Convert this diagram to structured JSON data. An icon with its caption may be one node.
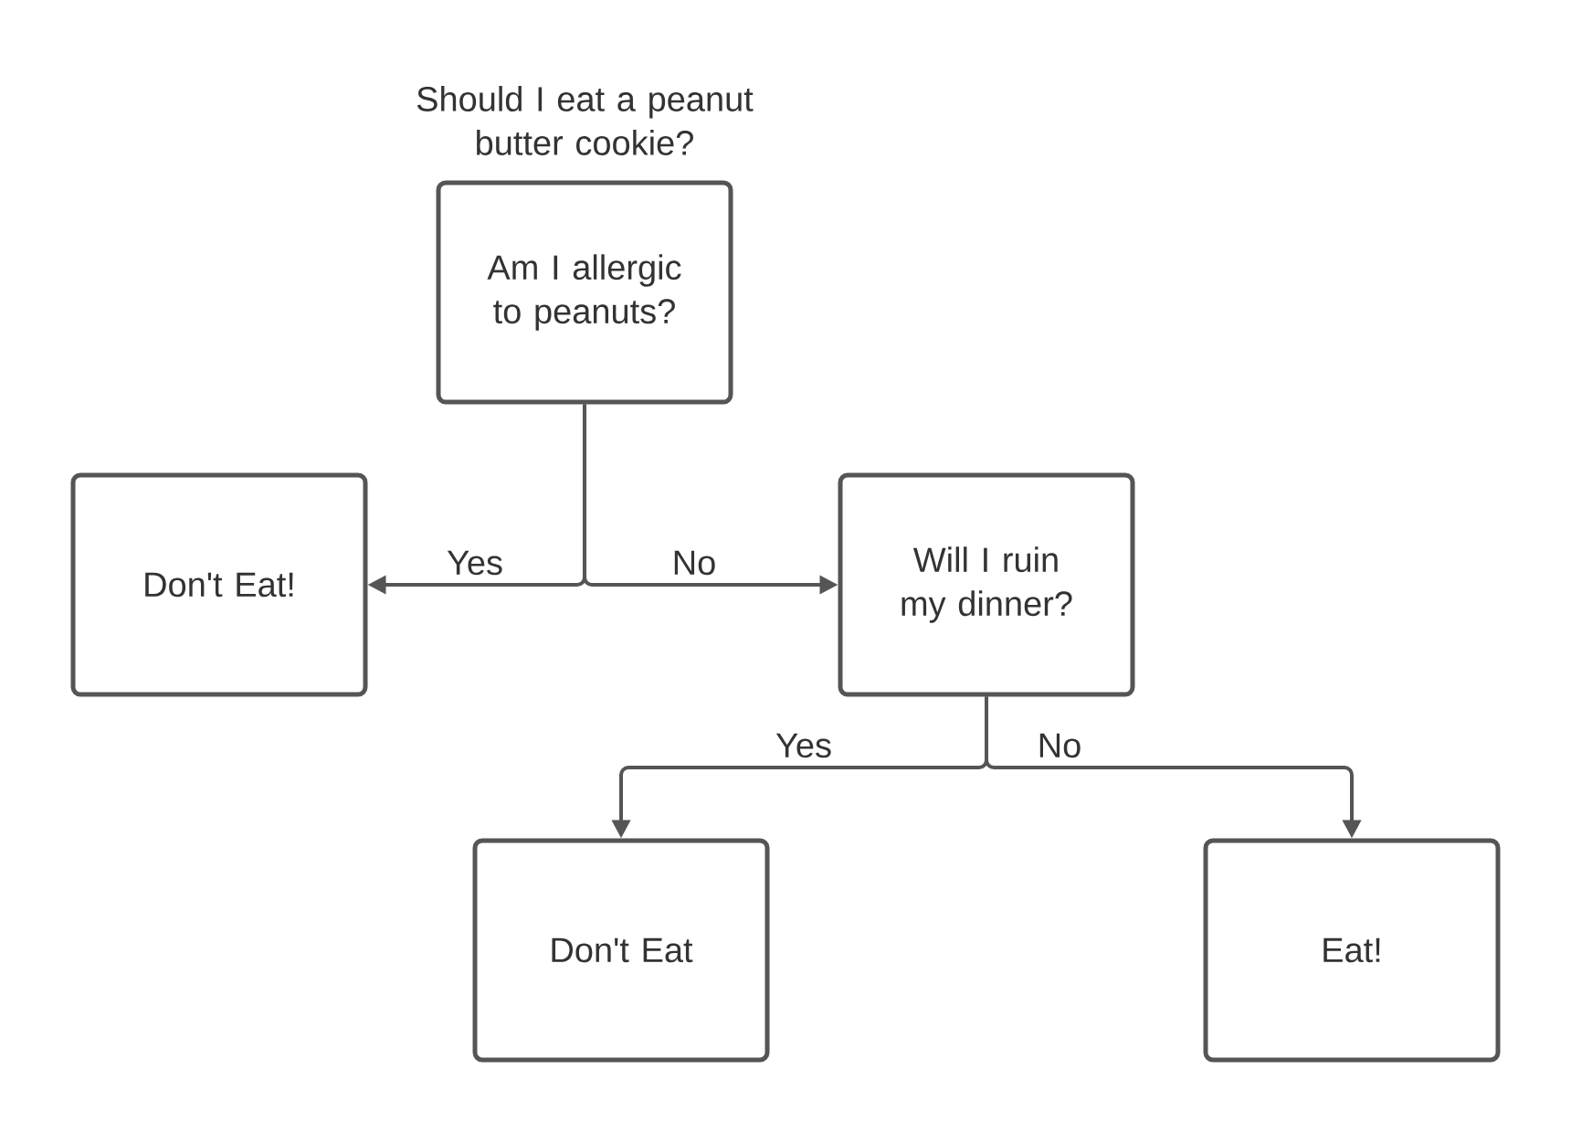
{
  "diagram": {
    "title": "Should I eat a peanut butter cookie?",
    "nodes": [
      {
        "text": [
          "Am I allergic to peanuts?"
        ]
      },
      {
        "text": [
          "Don't Eat!"
        ]
      },
      {
        "text": [
          "Will I ruin my dinner?"
        ]
      },
      {
        "text": [
          "Don't Eat"
        ]
      },
      {
        "text": [
          "Eat!"
        ]
      }
    ],
    "edges": [
      {
        "from": 0,
        "to": 1,
        "arrow": "to",
        "label": "Yes"
      },
      {
        "from": 0,
        "to": 2,
        "arrow": "to",
        "label": "No"
      },
      {
        "from": 2,
        "to": 3,
        "arrow": "to",
        "label": "Yes"
      },
      {
        "from": 2,
        "to": 4,
        "arrow": "to",
        "label": "No"
      }
    ]
  }
}
